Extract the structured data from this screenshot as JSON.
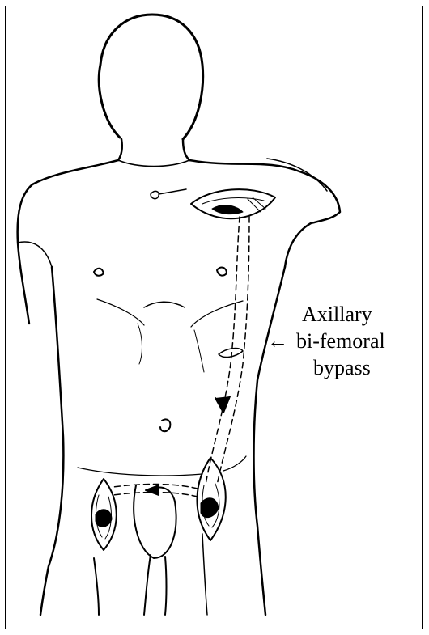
{
  "annotation": {
    "arrow": "←",
    "lines": [
      "Axillary",
      "bi-femoral",
      "bypass"
    ]
  },
  "colors": {
    "ink": "#000000",
    "background": "#ffffff"
  }
}
